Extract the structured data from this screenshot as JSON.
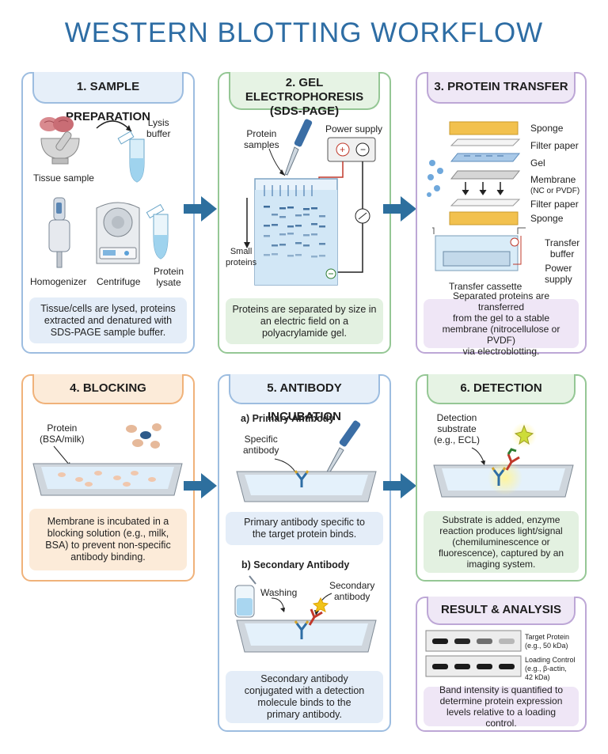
{
  "title": "WESTERN BLOTTING WORKFLOW",
  "colors": {
    "title": "#2e6da4",
    "blue": "#7aa8d6",
    "green": "#8fc28f",
    "purple": "#b9a2d3",
    "orange": "#f0b27a",
    "arrow": "#2d6f9e"
  },
  "p1": {
    "title": "1. SAMPLE PREPARATION",
    "tissue": "Tissue sample",
    "lysis_1": "Lysis",
    "lysis_2": "buffer",
    "homogenizer": "Homogenizer",
    "centrifuge": "Centrifuge",
    "lysate_1": "Protein",
    "lysate_2": "lysate",
    "desc_1": "Tissue/cells are lysed, proteins",
    "desc_2": "extracted and denatured with",
    "desc_3": "SDS-PAGE sample buffer."
  },
  "p2": {
    "title_1": "2. GEL ELECTROPHORESIS",
    "title_2": "(SDS-PAGE)",
    "samples_1": "Protein",
    "samples_2": "samples",
    "power": "Power supply",
    "small_1": "Small",
    "small_2": "proteins",
    "desc_1": "Proteins are separated by size in",
    "desc_2": "an electric field on a",
    "desc_3": "polyacrylamide gel."
  },
  "p3": {
    "title": "3. PROTEIN TRANSFER",
    "sponge": "Sponge",
    "filter": "Filter paper",
    "gel": "Gel",
    "membrane": "Membrane",
    "membrane_sub": "(NC or PVDF)",
    "filter2": "Filter paper",
    "sponge2": "Sponge",
    "buffer_1": "Transfer",
    "buffer_2": "buffer",
    "power_1": "Power",
    "power_2": "supply",
    "cassette": "Transfer cassette",
    "desc_1": "Separated proteins are transferred",
    "desc_2": "from the gel to a stable",
    "desc_3": "membrane (nitrocellulose or PVDF)",
    "desc_4": "via electroblotting."
  },
  "p4": {
    "title": "4. BLOCKING",
    "protein_1": "Protein",
    "protein_2": "(BSA/milk)",
    "desc_1": "Membrane is incubated in a",
    "desc_2": "blocking solution (e.g., milk,",
    "desc_3": "BSA) to prevent non-specific",
    "desc_4": "antibody binding."
  },
  "p5": {
    "title": "5. ANTIBODY INCUBATION",
    "primary": "a) Primary Antibody",
    "specific_1": "Specific",
    "specific_2": "antibody",
    "desc_a1": "Primary antibody specific to",
    "desc_a2": "the target protein binds.",
    "secondary": "b) Secondary Antibody",
    "washing": "Washing",
    "sec_1": "Secondary",
    "sec_2": "antibody",
    "desc_b1": "Secondary antibody",
    "desc_b2": "conjugated with a detection",
    "desc_b3": "molecule binds to the",
    "desc_b4": "primary antibody."
  },
  "p6": {
    "title": "6. DETECTION",
    "sub_1": "Detection",
    "sub_2": "substrate",
    "sub_3": "(e.g., ECL)",
    "desc_1": "Substrate is added, enzyme",
    "desc_2": "reaction produces light/signal",
    "desc_3": "(chemiluminescence or",
    "desc_4": "fluorescence), captured by an",
    "desc_5": "imaging system."
  },
  "p7": {
    "title": "RESULT & ANALYSIS",
    "target_1": "Target Protein",
    "target_2": "(e.g., 50 kDa)",
    "loading_1": "Loading Control",
    "loading_2": "(e.g., β-actin,",
    "loading_3": "42 kDa)",
    "desc_1": "Band intensity is quantified to",
    "desc_2": "determine protein expression",
    "desc_3": "levels relative to a loading control."
  }
}
